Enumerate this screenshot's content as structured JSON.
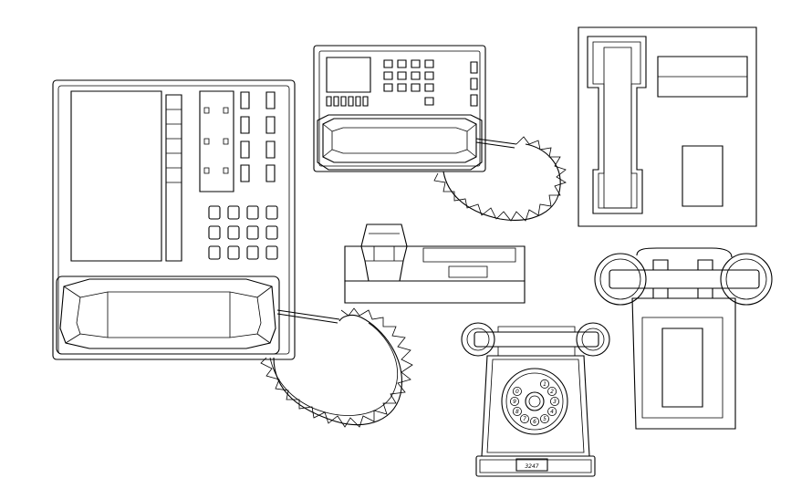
{
  "drawing": {
    "background": "#ffffff",
    "stroke_color": "#000000",
    "rotary_phone": {
      "label_plate_text": "3247",
      "dial_digits": [
        "1",
        "2",
        "3",
        "4",
        "5",
        "6",
        "7",
        "8",
        "9",
        "0"
      ]
    }
  }
}
